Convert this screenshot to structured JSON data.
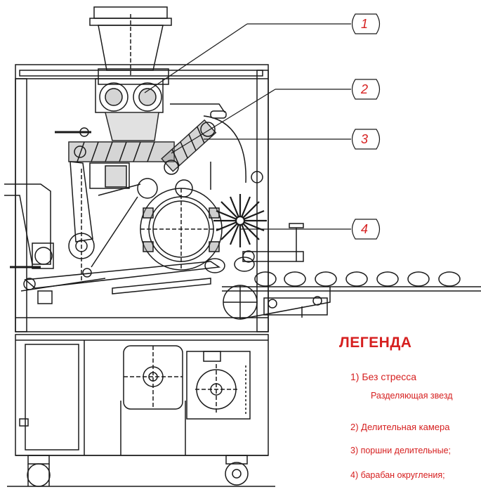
{
  "callouts": [
    "1",
    "2",
    "3",
    "4"
  ],
  "legend": {
    "title": "ЛЕГЕНДА",
    "items": [
      "1) Без стресса",
      "Разделяющая звезд",
      "2) Делительная камера",
      "3) поршни делительные;",
      "4) барабан округления;"
    ]
  },
  "colors": {
    "line": "#1a1a1a",
    "accent": "#d61f1f",
    "fill": "#888888"
  }
}
